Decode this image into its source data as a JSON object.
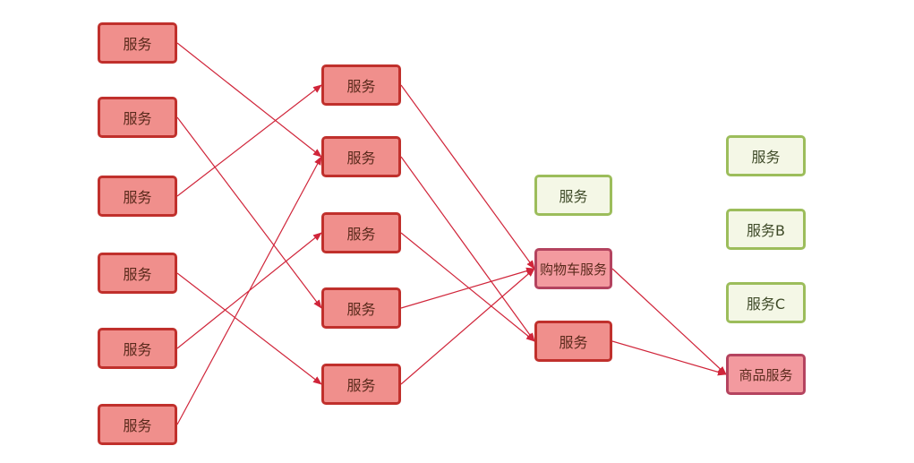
{
  "colors": {
    "node_red_fill": "#f08f8c",
    "node_red_border": "#c0302c",
    "node_pink_fill": "#f39a9f",
    "node_pink_border": "#b4435f",
    "node_green_fill": "#f4f7e6",
    "node_green_border": "#9cbd5b",
    "edge": "#d0253a"
  },
  "nodes": {
    "c1r1": "服务",
    "c1r2": "服务",
    "c1r3": "服务",
    "c1r4": "服务",
    "c1r5": "服务",
    "c1r6": "服务",
    "c2r1": "服务",
    "c2r2": "服务",
    "c2r3": "服务",
    "c2r4": "服务",
    "c2r5": "服务",
    "c3_top": "服务",
    "cart": "购物车服务",
    "c3_bottom": "服务",
    "c4_top": "服务",
    "service_b": "服务B",
    "service_c": "服务C",
    "product": "商品服务"
  },
  "edges": [
    [
      "c1r1",
      "c2r2"
    ],
    [
      "c1r2",
      "c2r4"
    ],
    [
      "c1r3",
      "c2r1"
    ],
    [
      "c1r4",
      "c2r5"
    ],
    [
      "c1r5",
      "c2r3"
    ],
    [
      "c1r6",
      "c2r2"
    ],
    [
      "c2r1",
      "cart"
    ],
    [
      "c2r2",
      "c3_bottom"
    ],
    [
      "c2r3",
      "c3_bottom"
    ],
    [
      "c2r4",
      "cart"
    ],
    [
      "c2r5",
      "cart"
    ],
    [
      "cart",
      "product"
    ],
    [
      "c3_bottom",
      "product"
    ]
  ]
}
